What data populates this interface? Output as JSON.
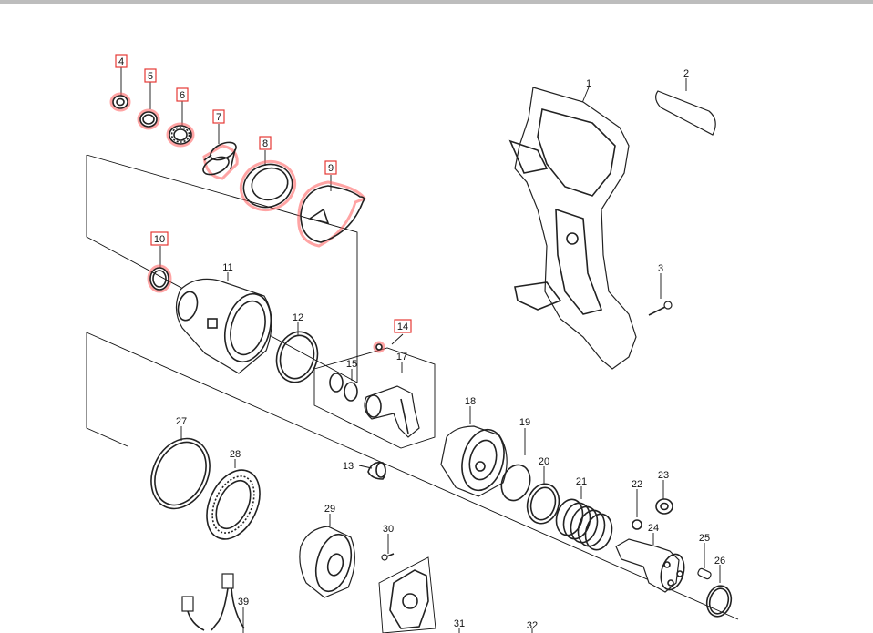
{
  "diagram": {
    "parts": [
      {
        "id": "p4",
        "label": "4",
        "highlighted": true
      },
      {
        "id": "p5",
        "label": "5",
        "highlighted": true
      },
      {
        "id": "p6",
        "label": "6",
        "highlighted": true
      },
      {
        "id": "p7",
        "label": "7",
        "highlighted": true
      },
      {
        "id": "p8",
        "label": "8",
        "highlighted": true
      },
      {
        "id": "p9",
        "label": "9",
        "highlighted": true
      },
      {
        "id": "p10",
        "label": "10",
        "highlighted": true
      },
      {
        "id": "p14",
        "label": "14",
        "highlighted": true
      },
      {
        "id": "p1",
        "label": "1",
        "highlighted": false
      },
      {
        "id": "p2",
        "label": "2",
        "highlighted": false
      },
      {
        "id": "p3",
        "label": "3",
        "highlighted": false
      },
      {
        "id": "p11",
        "label": "11",
        "highlighted": false
      },
      {
        "id": "p12",
        "label": "12",
        "highlighted": false
      },
      {
        "id": "p13",
        "label": "13",
        "highlighted": false
      },
      {
        "id": "p15",
        "label": "15",
        "highlighted": false
      },
      {
        "id": "p17",
        "label": "17",
        "highlighted": false
      },
      {
        "id": "p18",
        "label": "18",
        "highlighted": false
      },
      {
        "id": "p19",
        "label": "19",
        "highlighted": false
      },
      {
        "id": "p20",
        "label": "20",
        "highlighted": false
      },
      {
        "id": "p21",
        "label": "21",
        "highlighted": false
      },
      {
        "id": "p22",
        "label": "22",
        "highlighted": false
      },
      {
        "id": "p23",
        "label": "23",
        "highlighted": false
      },
      {
        "id": "p24",
        "label": "24",
        "highlighted": false
      },
      {
        "id": "p25",
        "label": "25",
        "highlighted": false
      },
      {
        "id": "p26",
        "label": "26",
        "highlighted": false
      },
      {
        "id": "p27",
        "label": "27",
        "highlighted": false
      },
      {
        "id": "p28",
        "label": "28",
        "highlighted": false
      },
      {
        "id": "p29",
        "label": "29",
        "highlighted": false
      },
      {
        "id": "p30",
        "label": "30",
        "highlighted": false
      },
      {
        "id": "p31",
        "label": "31",
        "highlighted": false
      },
      {
        "id": "p32",
        "label": "32",
        "highlighted": false
      },
      {
        "id": "p39",
        "label": "39",
        "highlighted": false
      }
    ]
  },
  "colors": {
    "highlight": "#e53935",
    "line": "#111111",
    "topbar": "#bdbdbd",
    "background": "#ffffff"
  }
}
